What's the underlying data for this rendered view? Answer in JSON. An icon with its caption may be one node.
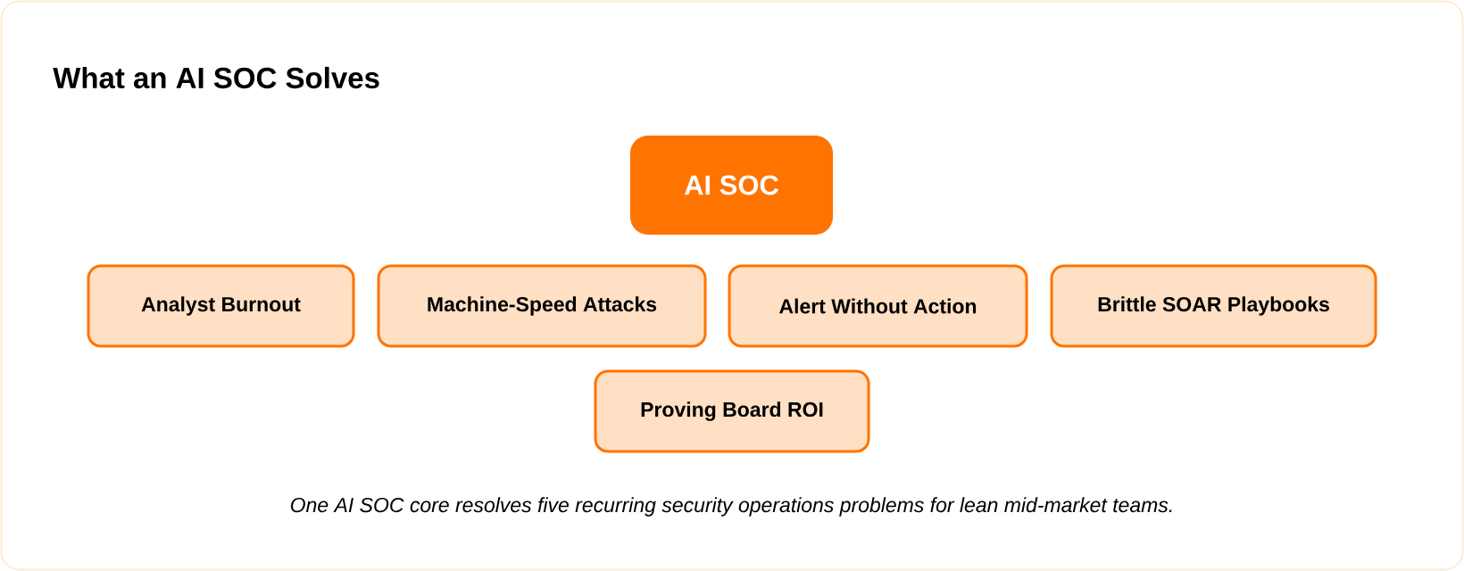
{
  "diagram": {
    "title": "What an AI SOC Solves",
    "caption": "One AI SOC core resolves five recurring security operations problems for lean mid-market teams.",
    "nodes": [
      {
        "text": [
          "AI SOC"
        ]
      },
      {
        "text": [
          "Analyst Burnout"
        ]
      },
      {
        "text": [
          "Machine-Speed Attacks"
        ]
      },
      {
        "text": [
          "Alert Without Action"
        ]
      },
      {
        "text": [
          "Brittle SOAR Playbooks"
        ]
      },
      {
        "text": [
          "Proving Board ROI"
        ]
      }
    ]
  }
}
